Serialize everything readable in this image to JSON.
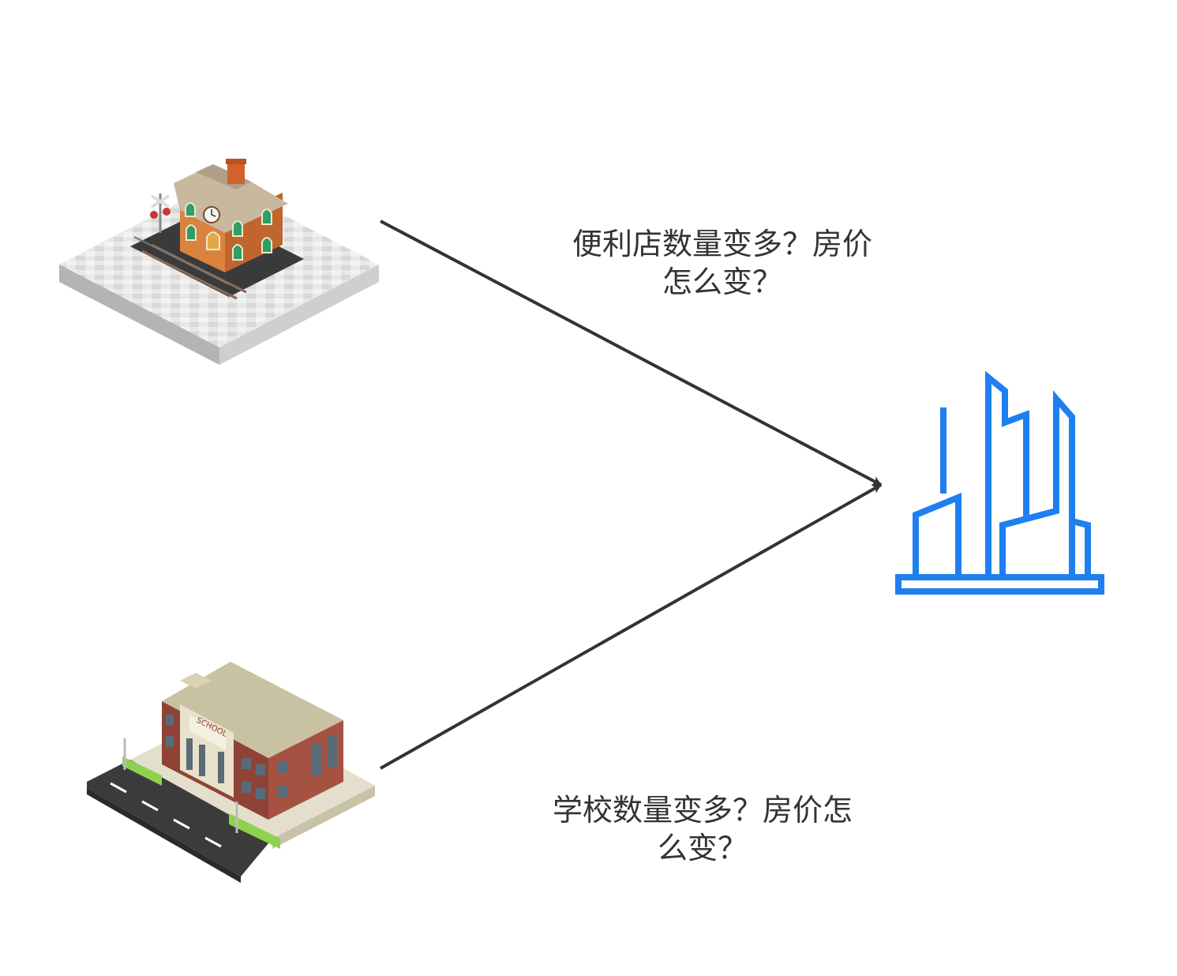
{
  "nodes": {
    "station": {
      "icon": "train-station-illustration"
    },
    "school": {
      "icon": "school-building-illustration",
      "sign": "SCHOOL"
    },
    "city": {
      "icon": "city-buildings-icon",
      "color": "#1e7ff0"
    }
  },
  "edges": {
    "top": {
      "label": "便利店数量变多？房价\n怎么变？"
    },
    "bottom": {
      "label": "学校数量变多？房价怎\n么变？"
    }
  },
  "colors": {
    "arrow": "#333333",
    "city_icon": "#1e7ff0",
    "text": "#333333"
  }
}
